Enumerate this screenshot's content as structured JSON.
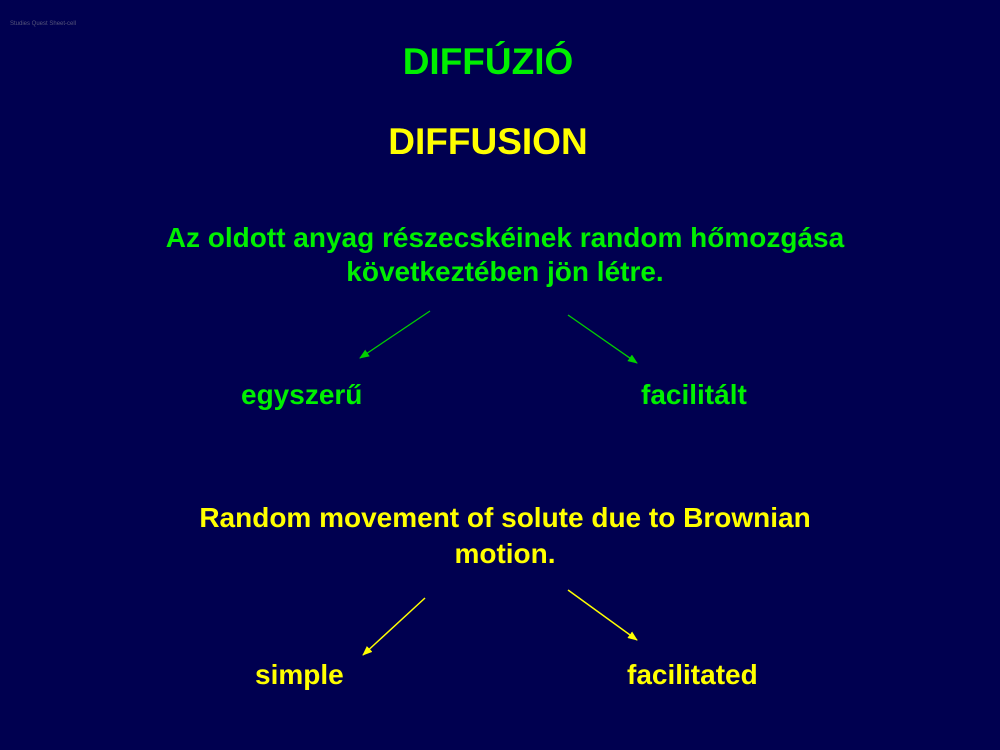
{
  "slide": {
    "watermark": "Studies Quest Sheet-cell",
    "title_hu": "DIFFÚZIÓ",
    "title_en": "DIFFUSION",
    "description_hu_line1": "Az oldott anyag részecskéinek random hőmozgása",
    "description_hu_line2": "következtében jön létre.",
    "branch_hu_left": "egyszerű",
    "branch_hu_right": "facilitált",
    "description_en_line1": "Random movement of solute due to Brownian",
    "description_en_line2": "motion.",
    "branch_en_left": "simple",
    "branch_en_right": "facilitated"
  },
  "colors": {
    "background": "#000050",
    "hungarian_text": "#00f000",
    "english_text": "#ffff00"
  }
}
